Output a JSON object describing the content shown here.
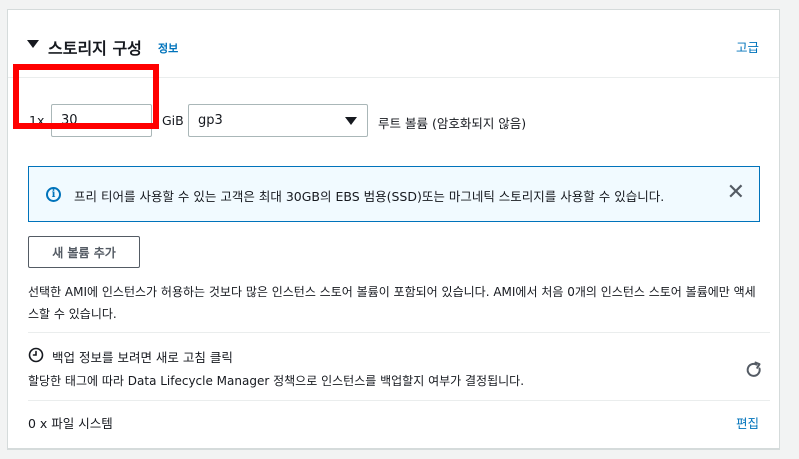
{
  "section": {
    "title": "스토리지 구성",
    "info_link": "정보",
    "advanced_link": "고급"
  },
  "volume": {
    "quantity_label": "1x",
    "size_value": "30",
    "unit_label": "GiB",
    "volume_type": "gp3",
    "root_volume_label": "루트 볼륨  (암호화되지 않음)"
  },
  "alert": {
    "text": "프리 티어를 사용할 수 있는 고객은 최대 30GB의 EBS 범용(SSD)또는 마그네틱 스토리지를 사용할 수 있습니다.",
    "close_icon": "close-icon",
    "color": "#0073bb"
  },
  "add_volume_button": "새 볼륨 추가",
  "instance_store_description": "선택한 AMI에 인스턴스가 허용하는 것보다 많은 인스턴스 스토어 볼륨이 포함되어 있습니다. AMI에서 처음 0개의 인스턴스 스토어 볼륨에만 액세스할 수 있습니다.",
  "backup": {
    "title": "백업 정보를 보려면 새로 고침 클릭",
    "subtitle": "할당한 태그에 따라 Data Lifecycle Manager 정책으로 인스턴스를 백업할지 여부가 결정됩니다.",
    "refresh_icon": "refresh-icon",
    "clock_icon": "clock-icon"
  },
  "file_system": {
    "label": "0 x 파일 시스템",
    "edit_link": "편집"
  }
}
